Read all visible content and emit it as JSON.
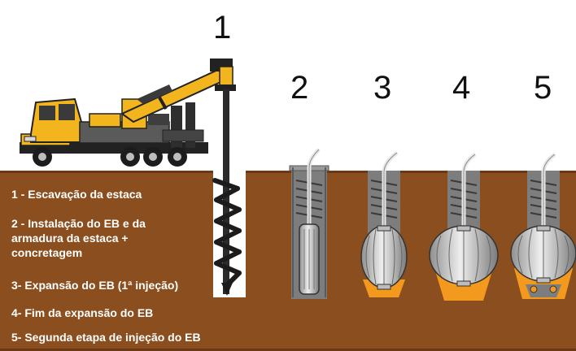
{
  "stage_numbers": [
    "1",
    "2",
    "3",
    "4",
    "5"
  ],
  "steps": [
    "1 - Escavação da estaca",
    "2 - Instalação do EB e da\narmadura da estaca +\nconcretagem",
    "3- Expansão do EB (1ª injeção)",
    "4- Fim da expansão do EB",
    "5- Segunda etapa de injeção do EB"
  ],
  "colors": {
    "soil": "#8b4f1f",
    "soil_top": "#6b3914",
    "truck_yellow": "#f3b51e",
    "borehole_grey": "#7d7d7d",
    "cell_silver": "#c9c9c9",
    "grout_orange": "#f39a1e"
  },
  "icons": [
    "crane-truck-icon",
    "auger-icon"
  ]
}
